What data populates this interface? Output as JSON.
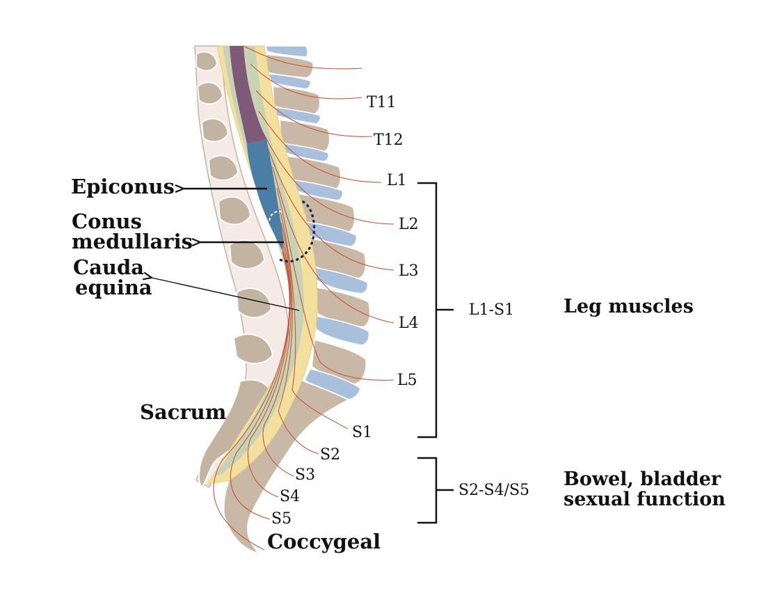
{
  "colors": {
    "bone": "#c9b8a6",
    "bone_edge": "#ffffff",
    "posterior_bone": "#c3b3a1",
    "canal": "#f5eae6",
    "disc": "#a9c0dd",
    "dura": "#f3df9e",
    "csf": "#c8d3b5",
    "cord_upper": "#7f5a78",
    "cord_lower": "#4a7ea4",
    "nerve": "#c4553a",
    "dots": "#1b2a4a",
    "ink": "#111111"
  },
  "structure_labels": {
    "epiconus": "Epiconus",
    "conus_line1": "Conus",
    "conus_line2": "medullaris",
    "cauda_line1": "Cauda",
    "cauda_line2": "equina",
    "sacrum": "Sacrum",
    "coccygeal": "Coccygeal"
  },
  "segments": {
    "t11": "T11",
    "t12": "T12",
    "l1": "L1",
    "l2": "L2",
    "l3": "L3",
    "l4": "L4",
    "l5": "L5",
    "s1": "S1",
    "s2": "S2",
    "s3": "S3",
    "s4": "S4",
    "s5": "S5"
  },
  "groups": {
    "leg_range": "L1-S1",
    "leg_function": "Leg muscles",
    "pelvic_range": "S2-S4/S5",
    "pelvic_function_line1": "Bowel, bladder",
    "pelvic_function_line2": "sexual function"
  }
}
